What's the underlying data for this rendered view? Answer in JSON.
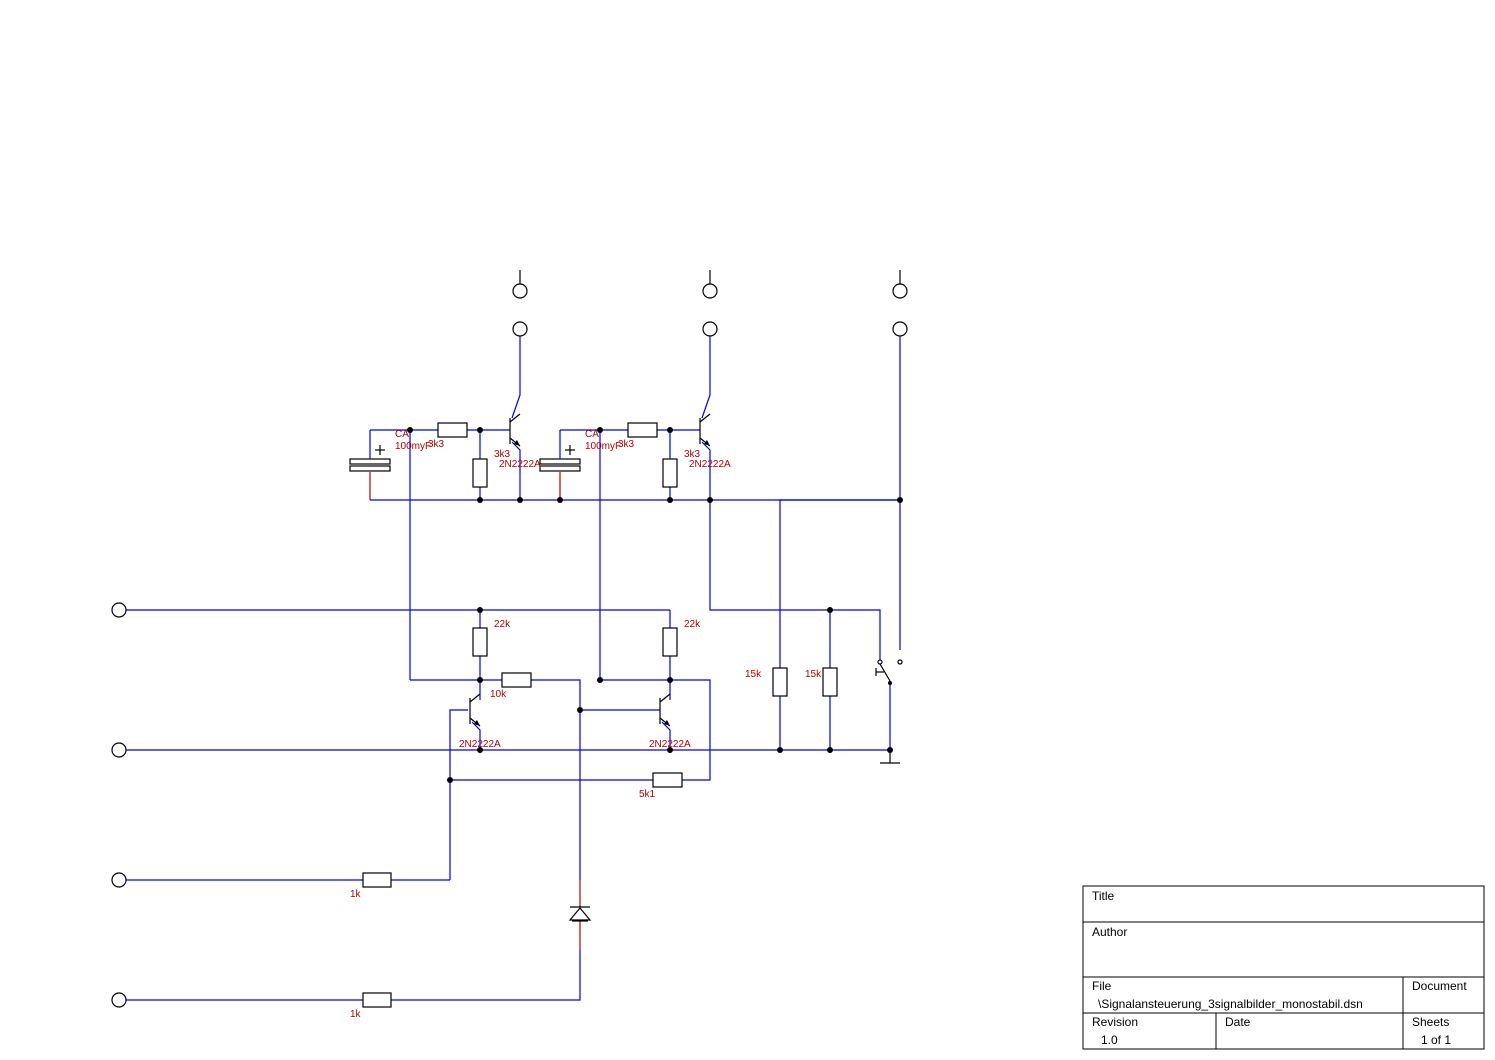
{
  "components": {
    "cap1_ref": "CA",
    "cap1_value": "100myF",
    "cap2_ref": "CA",
    "cap2_value": "100myF",
    "r_base1": "3k3",
    "r_pull1": "3k3",
    "r_base2": "3k3",
    "r_pull2": "3k3",
    "q1": "2N2222A",
    "q2": "2N2222A",
    "q3": "2N2222A",
    "q4": "2N2222A",
    "r_22k_a": "22k",
    "r_22k_b": "22k",
    "r_10k": "10k",
    "r_5k1": "5k1",
    "r_15k_a": "15k",
    "r_15k_b": "15k",
    "r_in1": "1k",
    "r_in2": "1k"
  },
  "title_block": {
    "title_label": "Title",
    "title_value": "",
    "author_label": "Author",
    "author_value": "",
    "file_label": "File",
    "file_value": "\\Signalansteuerung_3signalbilder_monostabil.dsn",
    "document_label": "Document",
    "revision_label": "Revision",
    "revision_value": "1.0",
    "date_label": "Date",
    "date_value": "",
    "sheets_label": "Sheets",
    "sheets_value": "1 of 1"
  }
}
